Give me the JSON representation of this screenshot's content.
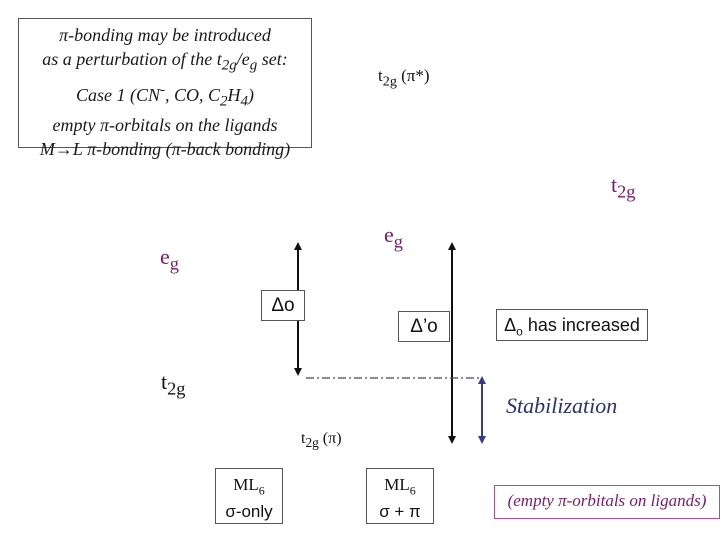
{
  "intro": {
    "line1": "π-bonding may be introduced",
    "line2_pre": "as a perturbation of the t",
    "line2_sub1": "2g",
    "line2_mid": "/e",
    "line2_sub2": "g",
    "line2_post": " set:",
    "line3_pre": "Case 1 (CN",
    "line3_sup": "-",
    "line3_mid": ", CO, C",
    "line3_sub1": "2",
    "line3_mid2": "H",
    "line3_sub2": "4",
    "line3_post": ")",
    "line4": "empty π-orbitals on the ligands",
    "line5": "M→L π-bonding (π-back bonding)"
  },
  "levels": {
    "t2g_pistar": {
      "main": "t",
      "sub": "2g",
      "suffix": " (π*)"
    },
    "t2g_upper": {
      "main": "t",
      "sub": "2g"
    },
    "eg_right": {
      "main": "e",
      "sub": "g"
    },
    "eg_left": {
      "main": "e",
      "sub": "g"
    },
    "t2g_left": {
      "main": "t",
      "sub": "2g"
    },
    "t2g_pi": {
      "main": "t",
      "sub": "2g",
      "suffix": " (π)"
    }
  },
  "labels": {
    "delta_o": "Δo",
    "delta_prime_o": "Δ’o",
    "increased_delta": "Δ",
    "increased_sub": "o",
    "increased_text": " has increased",
    "stabilization": "Stabilization",
    "ml6_sigma_line1": "ML",
    "ml6_sigma_sub": "6",
    "ml6_sigma_line2": "σ-only",
    "ml6_pi_line1": "ML",
    "ml6_pi_sub": "6",
    "ml6_pi_line2": "σ + π",
    "empty_pi": "(empty π-orbitals on ligands)"
  },
  "colors": {
    "purple_text": "#7a1a6a",
    "arrow_blue": "#3a3a8a",
    "dashed_line": "#444466"
  }
}
